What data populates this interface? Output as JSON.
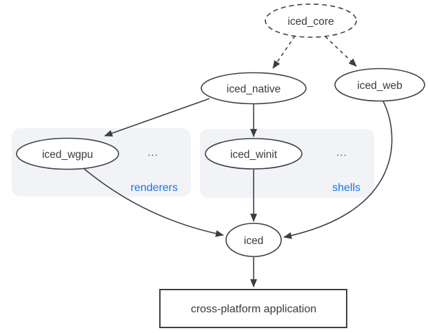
{
  "diagram": {
    "nodes": {
      "core": {
        "label": "iced_core",
        "shape": "ellipse",
        "border": "dashed"
      },
      "native": {
        "label": "iced_native",
        "shape": "ellipse",
        "border": "solid"
      },
      "web": {
        "label": "iced_web",
        "shape": "ellipse",
        "border": "solid"
      },
      "wgpu": {
        "label": "iced_wgpu",
        "shape": "ellipse",
        "border": "solid"
      },
      "winit": {
        "label": "iced_winit",
        "shape": "ellipse",
        "border": "solid"
      },
      "iced": {
        "label": "iced",
        "shape": "ellipse",
        "border": "solid"
      },
      "app": {
        "label": "cross-platform application",
        "shape": "rect",
        "border": "solid"
      }
    },
    "groups": {
      "renderers": {
        "label": "renderers",
        "more": "..."
      },
      "shells": {
        "label": "shells",
        "more": "..."
      }
    },
    "edges": [
      {
        "from": "iced_core",
        "to": "iced_native",
        "style": "dashed"
      },
      {
        "from": "iced_core",
        "to": "iced_web",
        "style": "dashed"
      },
      {
        "from": "iced_native",
        "to": "iced_wgpu",
        "style": "solid"
      },
      {
        "from": "iced_native",
        "to": "iced_winit",
        "style": "solid"
      },
      {
        "from": "iced_wgpu",
        "to": "iced",
        "style": "solid"
      },
      {
        "from": "iced_winit",
        "to": "iced",
        "style": "solid"
      },
      {
        "from": "iced_web",
        "to": "iced",
        "style": "solid"
      },
      {
        "from": "iced",
        "to": "cross-platform application",
        "style": "solid"
      }
    ],
    "colors": {
      "background": "#ffffff",
      "node_fill": "#ffffff",
      "node_stroke": "#3b3f44",
      "edge": "#3b3f44",
      "text": "#363a3e",
      "group_fill": "#f1f3f7",
      "group_label": "#1a73e8"
    }
  }
}
